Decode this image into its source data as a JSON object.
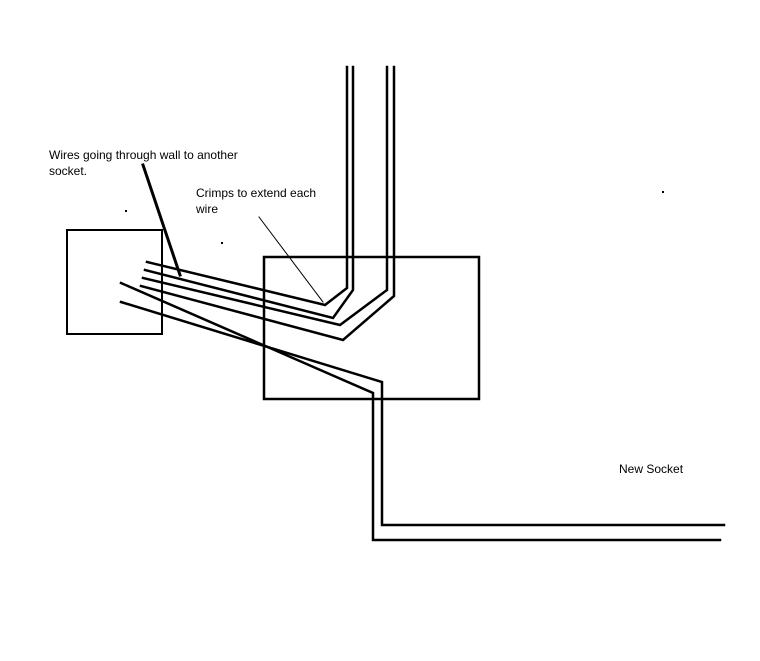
{
  "labels": {
    "wires_line1": "Wires going through wall to another",
    "wires_line2": "socket.",
    "crimps_line1": "Crimps to extend each",
    "crimps_line2": "wire",
    "new_socket": "New Socket"
  },
  "colors": {
    "ink": "#000000",
    "background": "#ffffff"
  }
}
